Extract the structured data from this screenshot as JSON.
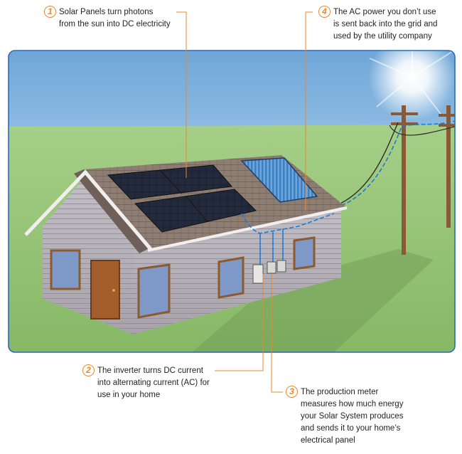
{
  "callouts": [
    {
      "number": "1",
      "text": "Solar Panels turn photons\nfrom the sun into DC electricity"
    },
    {
      "number": "2",
      "text": "The inverter turns DC current\ninto alternating current (AC) for\nuse in your home"
    },
    {
      "number": "3",
      "text": "The production meter\nmeasures how much energy\nyour Solar System produces\nand sends it to your home’s\nelectrical panel"
    },
    {
      "number": "4",
      "text": "The AC power you don’t use\nis sent back into the grid and\nused by the utility company"
    }
  ],
  "colors": {
    "accent": "#e8892b",
    "frame": "#2a6db5",
    "sky": "#a9d0ec",
    "grass": "#8fbf72",
    "wire": "#1e7ad6",
    "siding": "#b3aeb6",
    "roof": "#8c7a70",
    "panel": "#1d2230"
  },
  "icons": [
    "sun-icon",
    "utility-pole-icon",
    "house-icon",
    "solar-panel-icon",
    "inverter-icon",
    "meter-icon"
  ]
}
